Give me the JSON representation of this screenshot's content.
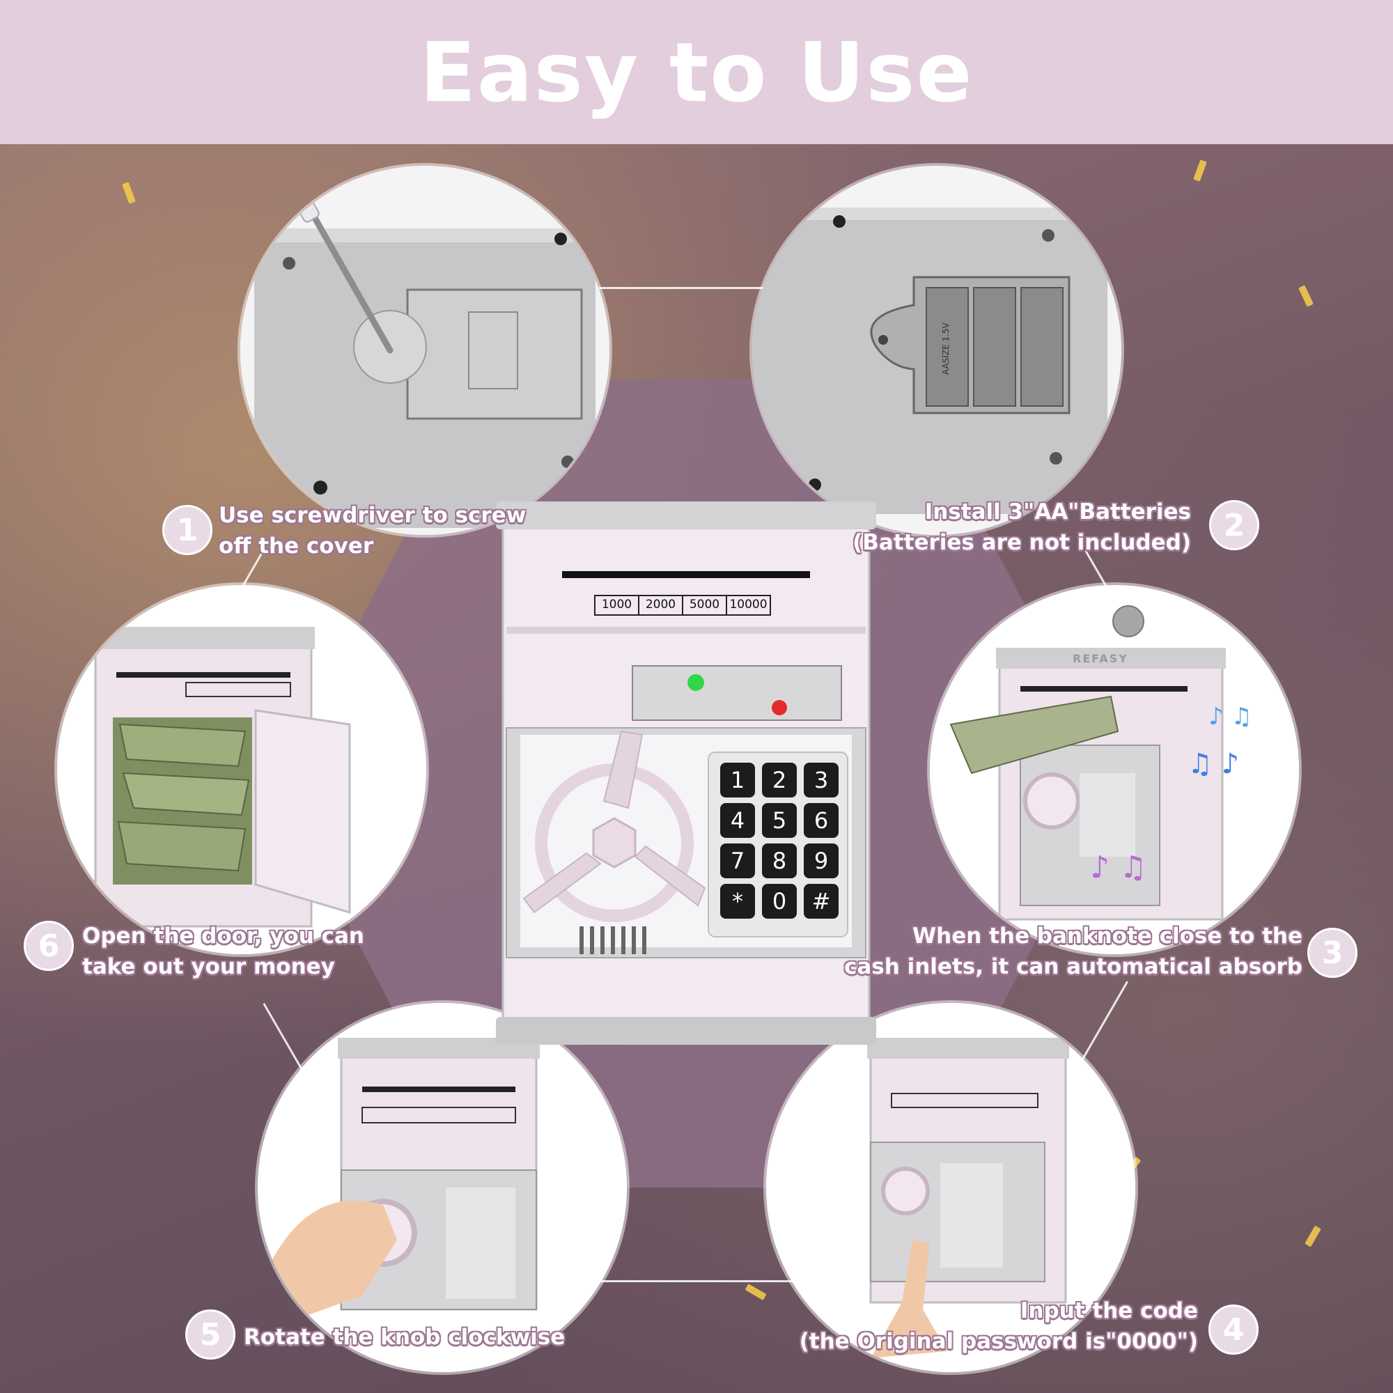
{
  "header": {
    "title": "Easy to Use"
  },
  "steps": [
    {
      "number": "1",
      "lines": [
        "Use screwdriver to screw",
        "off the cover"
      ]
    },
    {
      "number": "2",
      "lines": [
        "Install 3\"AA\"Batteries",
        "(Batteries are not included)"
      ]
    },
    {
      "number": "3",
      "lines": [
        "When the banknote close to the",
        "cash inlets, it can automatical absorb"
      ]
    },
    {
      "number": "4",
      "lines": [
        "Input the code",
        "(the Original  password is\"0000\")"
      ]
    },
    {
      "number": "5",
      "lines": [
        "Rotate the knob clockwise"
      ]
    },
    {
      "number": "6",
      "lines": [
        "Open the door, you can",
        "take out  your money"
      ]
    }
  ],
  "safe": {
    "denominations": [
      "1000",
      "2000",
      "5000",
      "10000"
    ],
    "keypad": [
      "1",
      "2",
      "3",
      "4",
      "5",
      "6",
      "7",
      "8",
      "9",
      "*",
      "0",
      "#"
    ],
    "brand": "REFASY",
    "battery_label": "AASIZE 1.5V"
  },
  "colors": {
    "header_bg": "#e2cedc",
    "hexagon": "#8c6f86",
    "safe_body": "#f3e9f0",
    "safe_silver": "#c9c9cc",
    "caption_outline": "#9d7593",
    "led_green": "#2fd64a",
    "led_red": "#e52a2a"
  }
}
